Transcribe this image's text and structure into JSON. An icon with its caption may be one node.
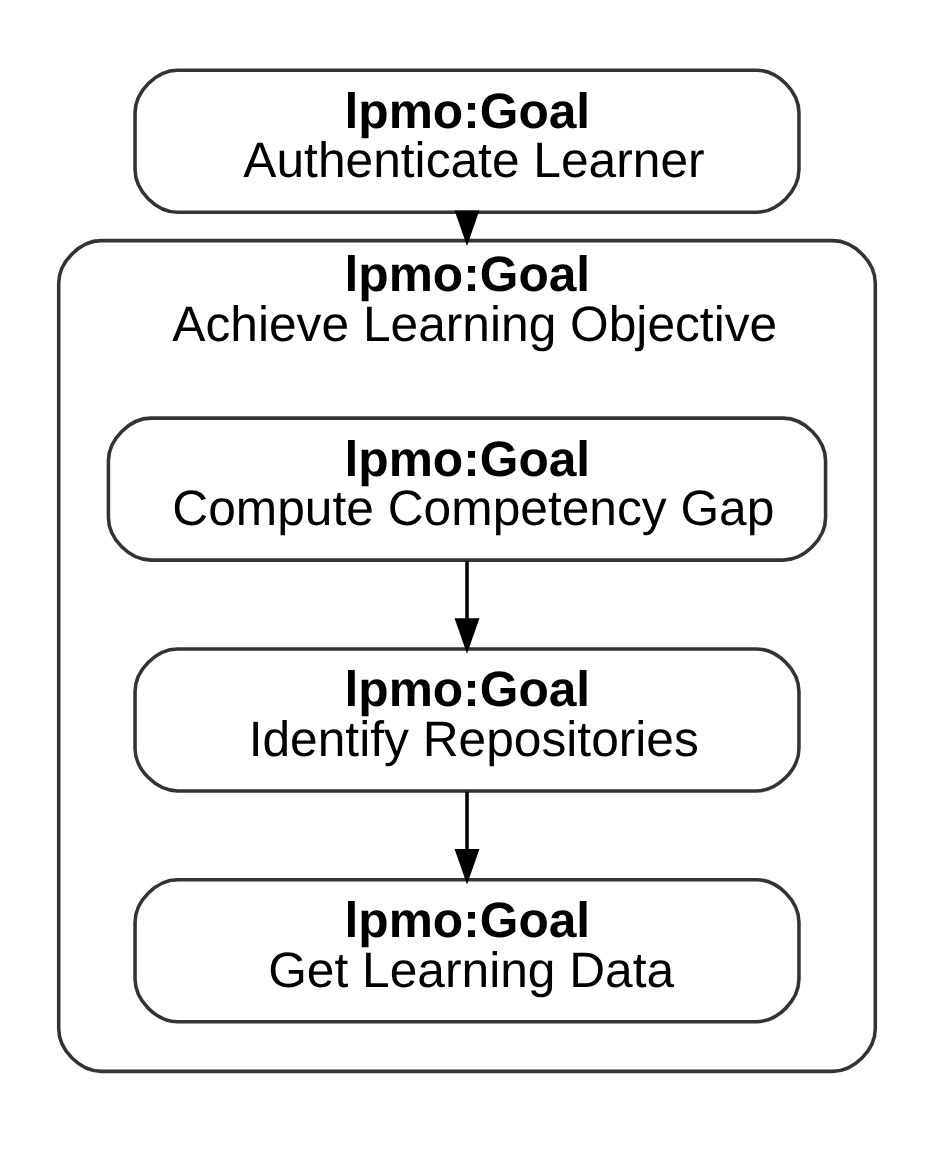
{
  "diagram": {
    "nodes": [
      {
        "text": [
          "lpmo:Goal",
          "Authenticate Learner"
        ]
      },
      {
        "text": [
          "lpmo:Goal",
          "Achieve Learning Objective"
        ]
      },
      {
        "text": [
          "lpmo:Goal",
          "Compute Competency Gap"
        ],
        "in": 1
      },
      {
        "text": [
          "lpmo:Goal",
          "Identify Repositories"
        ],
        "in": 1
      },
      {
        "text": [
          "lpmo:Goal",
          "Get Learning Data"
        ],
        "in": 1
      }
    ],
    "edges": [
      {
        "from": 0,
        "to": 1,
        "arrow": "to"
      },
      {
        "from": 2,
        "to": 3,
        "arrow": "to"
      },
      {
        "from": 3,
        "to": 4,
        "arrow": "to"
      }
    ]
  }
}
